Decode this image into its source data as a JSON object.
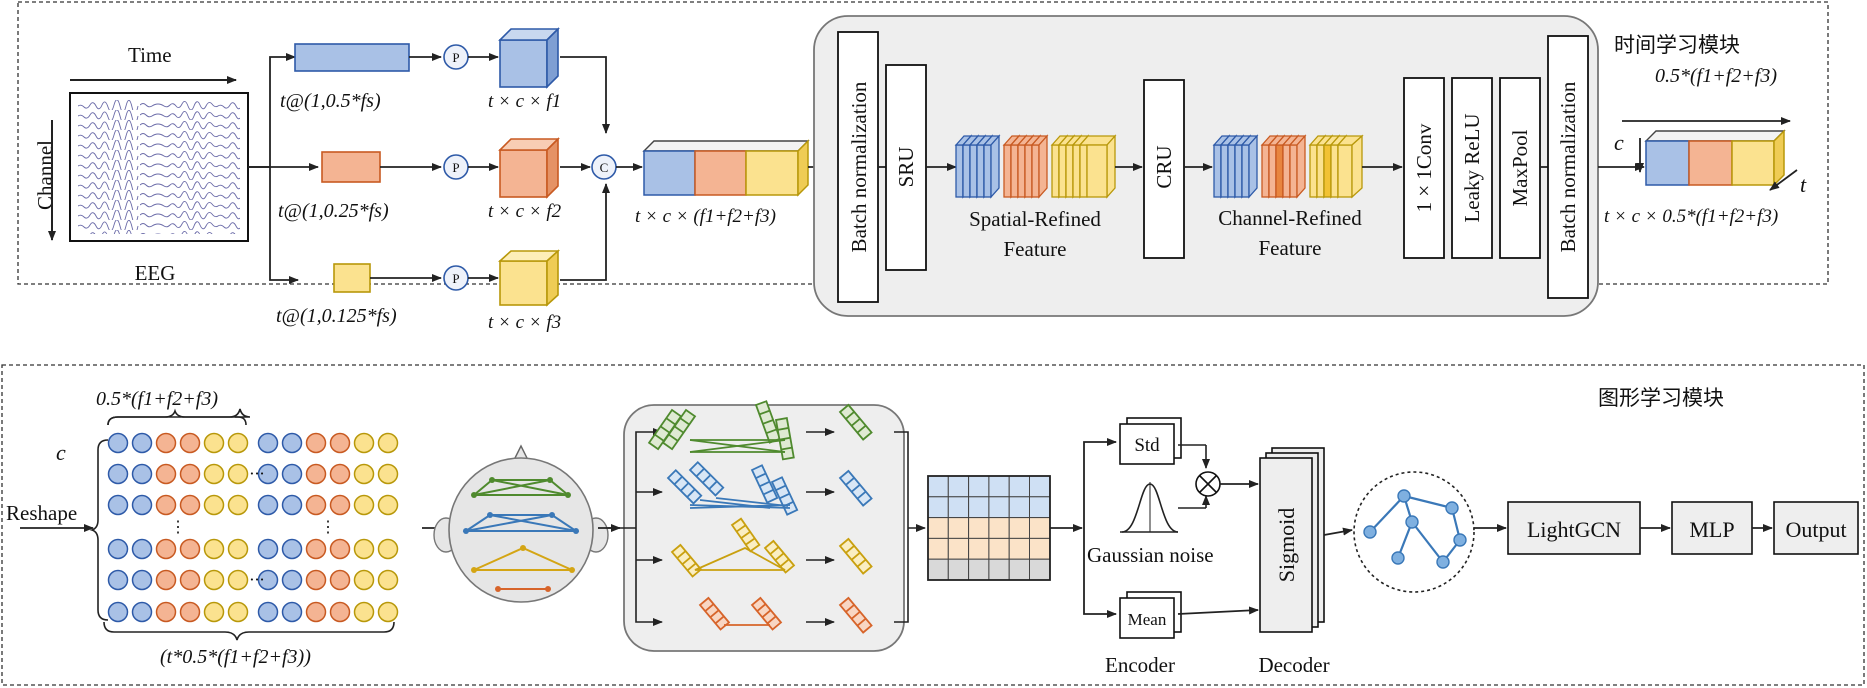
{
  "module_titles": {
    "temporal": "时间学习模块",
    "graph": "图形学习模块"
  },
  "axes": {
    "time": "Time",
    "channel": "Channel"
  },
  "eeg_label": "EEG",
  "pooling_symbol": "P",
  "concat_symbol": "C",
  "branches": [
    {
      "pool_label": "t@(1,0.5*fs)",
      "dims_label": "t × c × f1",
      "color": "#a9c1e6"
    },
    {
      "pool_label": "t@(1,0.25*fs)",
      "dims_label": "t × c × f2",
      "color": "#f4b493"
    },
    {
      "pool_label": "t@(1,0.125*fs)",
      "dims_label": "t × c × f3",
      "color": "#fbe28f"
    }
  ],
  "concat_dims_label": "t × c × (f1+f2+f3)",
  "scconv": {
    "batch_norm_1": "Batch normalization",
    "sru": "SRU",
    "spatial_refined": [
      "Spatial-Refined",
      "Feature"
    ],
    "cru": "CRU",
    "channel_refined": [
      "Channel-Refined",
      "Feature"
    ],
    "conv": "1 × 1Conv",
    "leaky_relu": "Leaky ReLU",
    "maxpool": "MaxPool",
    "batch_norm_2": "Batch normalization"
  },
  "temporal_output": {
    "top_label": "0.5*(f1+f2+f3)",
    "c_label": "c",
    "t_label": "t",
    "dims_label": "t × c × 0.5*(f1+f2+f3)"
  },
  "graph_module": {
    "reshape_label": "Reshape",
    "c_label": "c",
    "width_label": "0.5*(f1+f2+f3)",
    "bottom_label": "(t*0.5*(f1+f2+f3))",
    "encoder": {
      "std": "Std",
      "mean": "Mean",
      "noise": "Gaussian noise",
      "label": "Encoder"
    },
    "decoder": {
      "sigmoid": "Sigmoid",
      "label": "Decoder"
    },
    "lightgcn": "LightGCN",
    "mlp": "MLP",
    "output": "Output"
  },
  "colors": {
    "blue": "#a9c1e6",
    "blue_dark": "#2e5aa8",
    "orange": "#f4b493",
    "orange_dark": "#c85a22",
    "yellow": "#fbe28f",
    "yellow_dark": "#b8980a",
    "green": "#4f8a2e",
    "teal": "#3a78b8"
  }
}
